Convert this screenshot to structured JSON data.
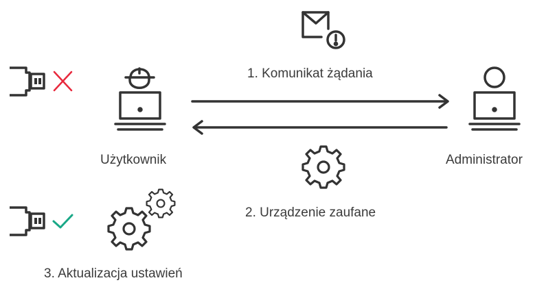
{
  "labels": {
    "step1": "1. Komunikat żądania",
    "step2": "2. Urządzenie zaufane",
    "step3": "3. Aktualizacja ustawień",
    "user": "Użytkownik",
    "admin": "Administrator"
  },
  "icons": {
    "usb_blocked": "usb-icon",
    "blocked_mark": "cross-icon",
    "usb_allowed": "usb-icon",
    "allowed_mark": "checkmark-icon",
    "user": "user-with-laptop-icon",
    "admin": "admin-with-laptop-icon",
    "request": "mail-warning-icon",
    "trusted": "gear-icon",
    "update": "gears-icon"
  },
  "colors": {
    "stroke": "#333333",
    "cross": "#e8283c",
    "check": "#19a887",
    "text": "#3a3a3a"
  }
}
